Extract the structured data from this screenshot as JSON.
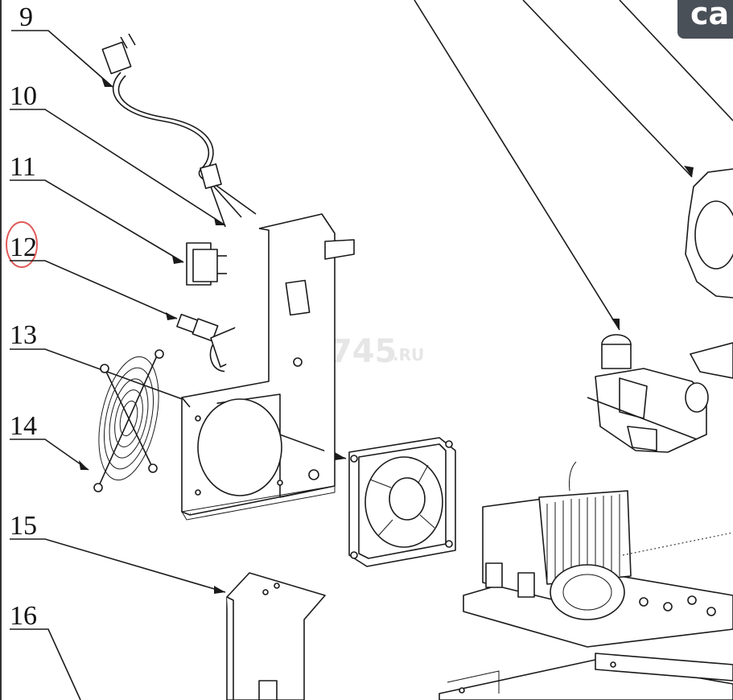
{
  "callouts": [
    {
      "id": "9",
      "label": "9"
    },
    {
      "id": "10",
      "label": "10"
    },
    {
      "id": "11",
      "label": "11"
    },
    {
      "id": "12",
      "label": "12",
      "highlighted": true
    },
    {
      "id": "13",
      "label": "13"
    },
    {
      "id": "14",
      "label": "14"
    },
    {
      "id": "15",
      "label": "15"
    },
    {
      "id": "16",
      "label": "16"
    }
  ],
  "watermark": {
    "main": "7745",
    "suffix": ".RU"
  },
  "corner_badge": {
    "text": "ca",
    "color": "#4a5058"
  },
  "highlight_color": "#e05a5a"
}
